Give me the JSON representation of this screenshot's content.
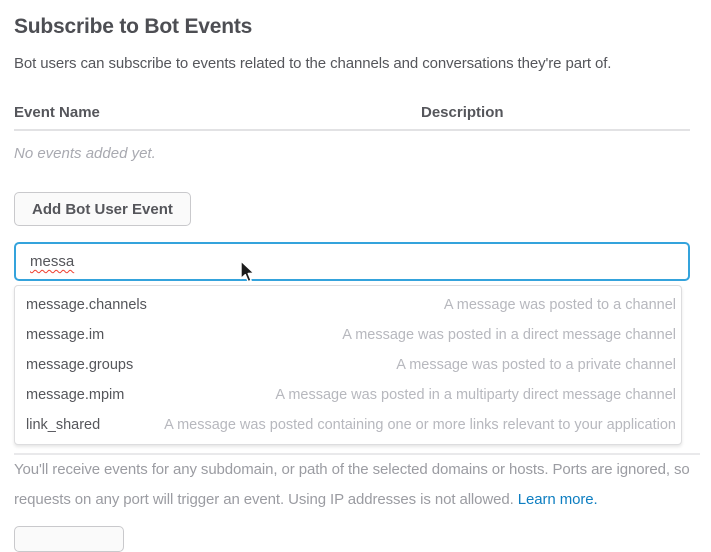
{
  "page": {
    "title": "Subscribe to Bot Events",
    "subtitle": "Bot users can subscribe to events related to the channels and conversations they're part of."
  },
  "events_table": {
    "columns": [
      "Event Name",
      "Description"
    ],
    "empty_message": "No events added yet."
  },
  "buttons": {
    "add_event_label": "Add Bot User Event"
  },
  "event_input": {
    "value": "messa"
  },
  "suggestions": [
    {
      "name": "message.channels",
      "description": "A message was posted to a channel"
    },
    {
      "name": "message.im",
      "description": "A message was posted in a direct message channel"
    },
    {
      "name": "message.groups",
      "description": "A message was posted to a private channel"
    },
    {
      "name": "message.mpim",
      "description": "A message was posted in a multiparty direct message channel"
    },
    {
      "name": "link_shared",
      "description": "A message was posted containing one or more links relevant to your application"
    }
  ],
  "footer": {
    "line1": "You'll receive events for any subdomain, or path of the selected domains or hosts. Ports are ignored, so",
    "line2": "requests on any port will trigger an event. Using IP addresses is not allowed.",
    "link_label": "Learn more."
  },
  "colors": {
    "focus_border": "#34a3dc",
    "link": "#0e7ec1",
    "text": "#55565b",
    "muted": "#b7b8be"
  }
}
